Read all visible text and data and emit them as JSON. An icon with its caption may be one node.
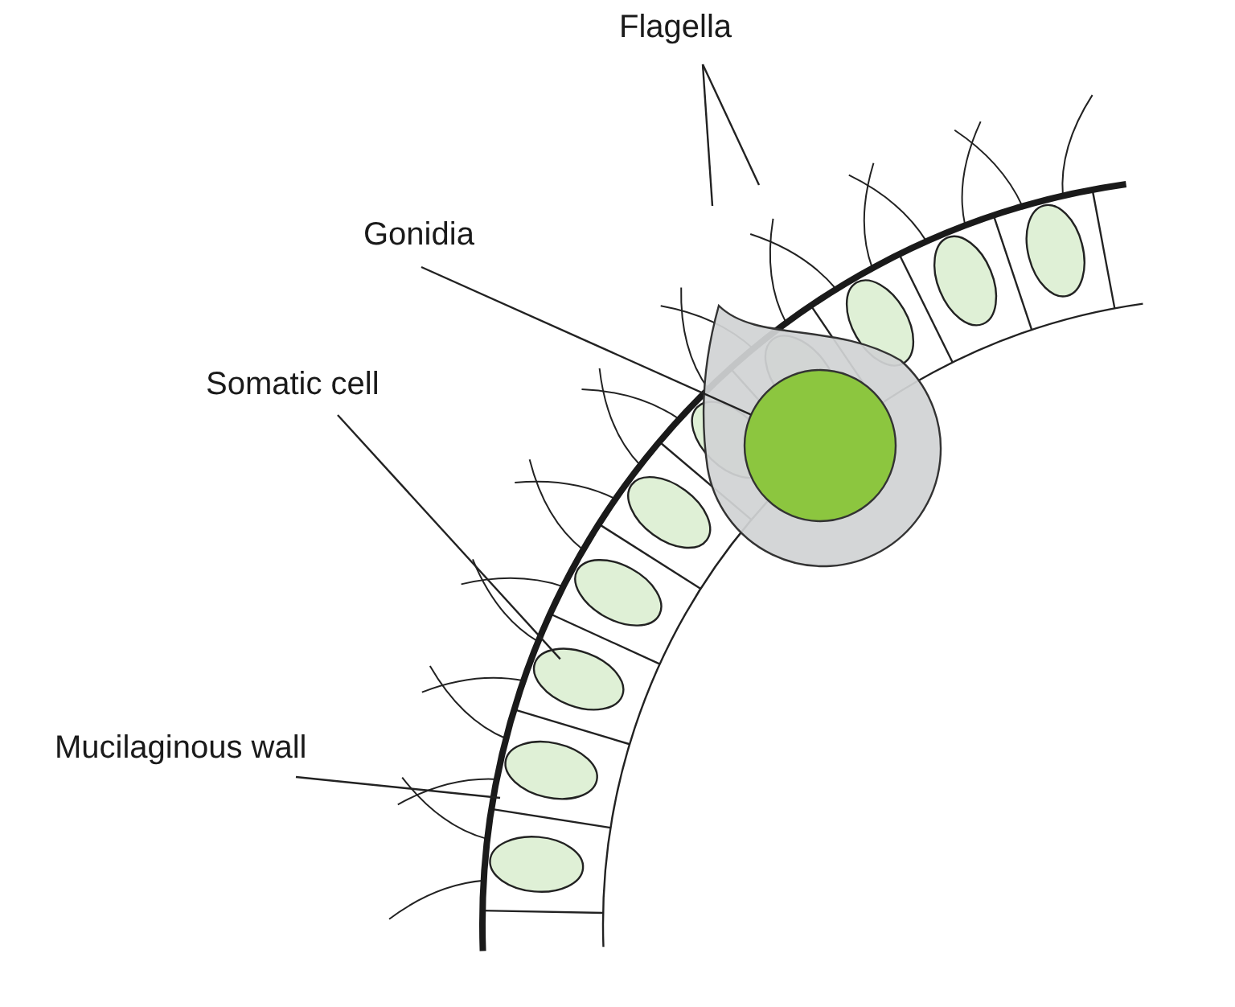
{
  "diagram": {
    "nodes": [
      {
        "text": [
          "Flagella"
        ]
      },
      {
        "text": [
          "Gonidia"
        ]
      },
      {
        "text": [
          "Somatic cell"
        ]
      },
      {
        "text": [
          "Mucilaginous wall"
        ]
      },
      {
        "text": [],
        "shape": "circle"
      },
      {
        "text": [],
        "shape": "ellipse"
      }
    ],
    "edges": [
      {
        "from": 0,
        "to": null,
        "arrow": "none"
      },
      {
        "from": 0,
        "to": null,
        "arrow": "none"
      },
      {
        "from": 1,
        "to": 4,
        "arrow": "none"
      },
      {
        "from": 2,
        "to": 5,
        "arrow": "none"
      },
      {
        "from": 3,
        "to": null,
        "arrow": "none"
      }
    ]
  }
}
